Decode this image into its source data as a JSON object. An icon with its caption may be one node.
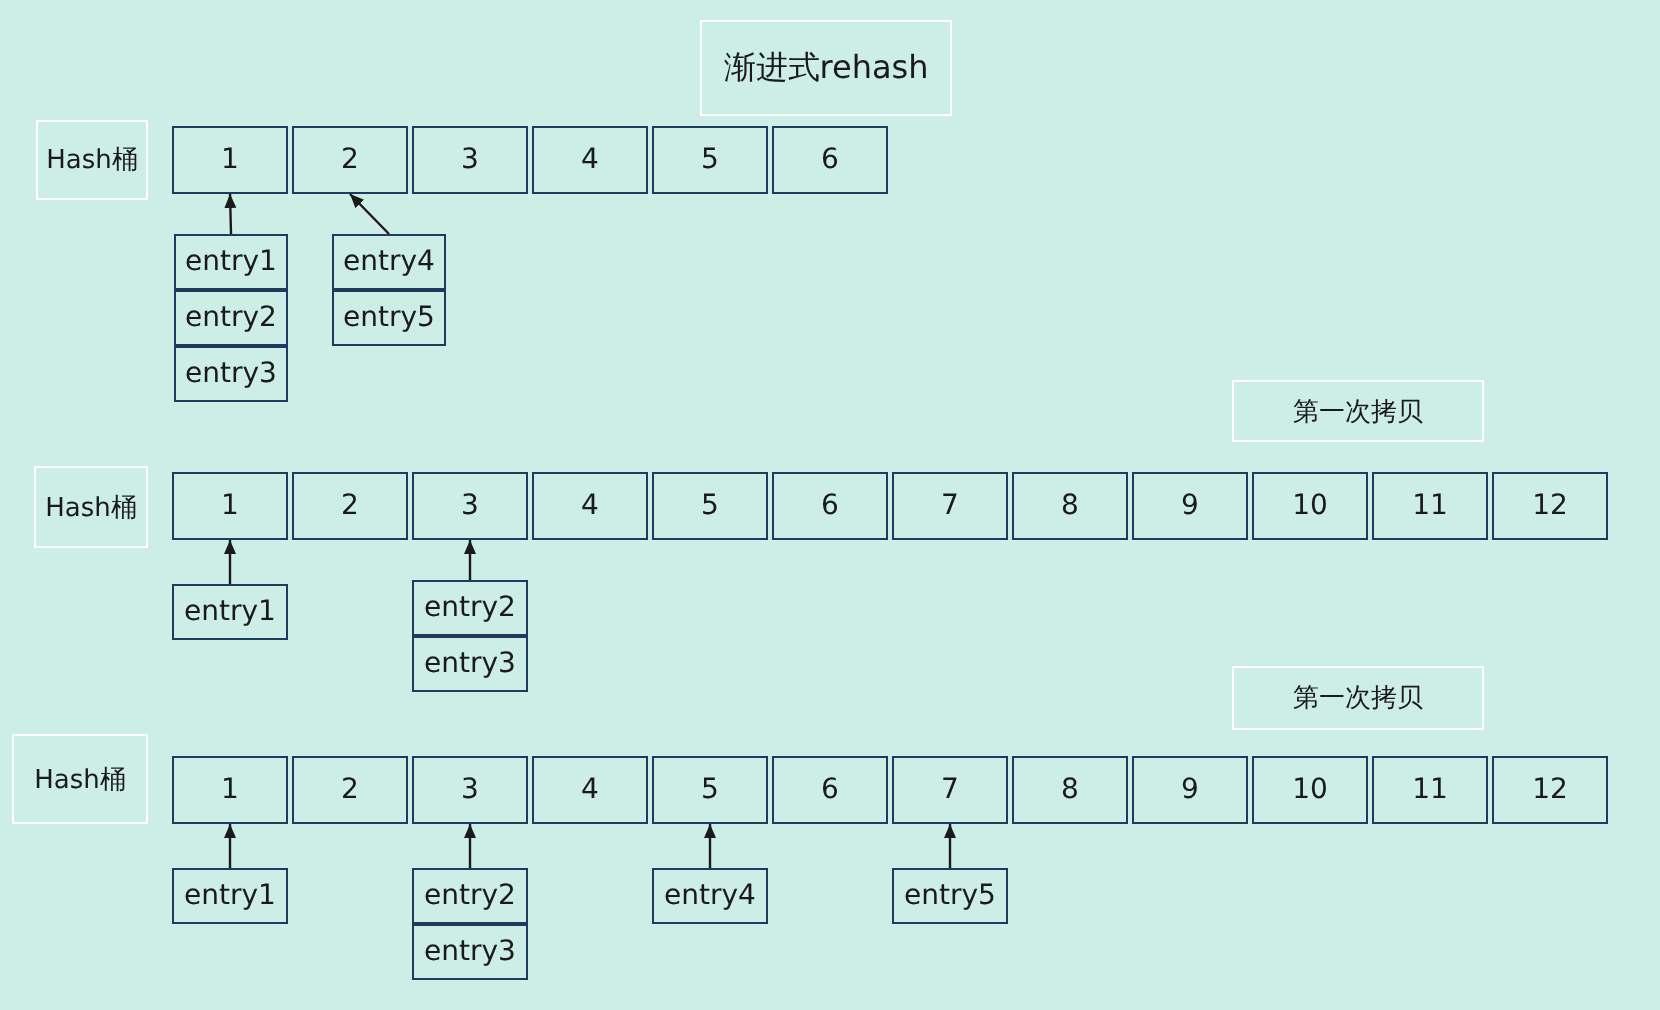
{
  "diagram": {
    "title": "渐进式rehash",
    "nodes": [
      {
        "text": [
          "Hash桶"
        ]
      },
      {
        "text": [
          "1"
        ]
      },
      {
        "text": [
          "2"
        ]
      },
      {
        "text": [
          "3"
        ]
      },
      {
        "text": [
          "4"
        ]
      },
      {
        "text": [
          "5"
        ]
      },
      {
        "text": [
          "6"
        ]
      },
      {
        "text": [
          "entry1"
        ]
      },
      {
        "text": [
          "entry2"
        ]
      },
      {
        "text": [
          "entry3"
        ]
      },
      {
        "text": [
          "entry4"
        ]
      },
      {
        "text": [
          "entry5"
        ]
      },
      {
        "text": [
          "第一次拷贝"
        ]
      },
      {
        "text": [
          "Hash桶"
        ]
      },
      {
        "text": [
          "1"
        ]
      },
      {
        "text": [
          "2"
        ]
      },
      {
        "text": [
          "3"
        ]
      },
      {
        "text": [
          "4"
        ]
      },
      {
        "text": [
          "5"
        ]
      },
      {
        "text": [
          "6"
        ]
      },
      {
        "text": [
          "7"
        ]
      },
      {
        "text": [
          "8"
        ]
      },
      {
        "text": [
          "9"
        ]
      },
      {
        "text": [
          "10"
        ]
      },
      {
        "text": [
          "11"
        ]
      },
      {
        "text": [
          "12"
        ]
      },
      {
        "text": [
          "entry1"
        ]
      },
      {
        "text": [
          "entry2"
        ]
      },
      {
        "text": [
          "entry3"
        ]
      },
      {
        "text": [
          "第一次拷贝"
        ]
      },
      {
        "text": [
          "Hash桶"
        ]
      },
      {
        "text": [
          "1"
        ]
      },
      {
        "text": [
          "2"
        ]
      },
      {
        "text": [
          "3"
        ]
      },
      {
        "text": [
          "4"
        ]
      },
      {
        "text": [
          "5"
        ]
      },
      {
        "text": [
          "6"
        ]
      },
      {
        "text": [
          "7"
        ]
      },
      {
        "text": [
          "8"
        ]
      },
      {
        "text": [
          "9"
        ]
      },
      {
        "text": [
          "10"
        ]
      },
      {
        "text": [
          "11"
        ]
      },
      {
        "text": [
          "12"
        ]
      },
      {
        "text": [
          "entry1"
        ]
      },
      {
        "text": [
          "entry2"
        ]
      },
      {
        "text": [
          "entry3"
        ]
      },
      {
        "text": [
          "entry4"
        ]
      },
      {
        "text": [
          "entry5"
        ]
      }
    ],
    "edges": [
      {
        "from": 7,
        "to": 1,
        "arrow": "to"
      },
      {
        "from": 10,
        "to": 2,
        "arrow": "to"
      },
      {
        "from": 26,
        "to": 14,
        "arrow": "to"
      },
      {
        "from": 27,
        "to": 16,
        "arrow": "to"
      },
      {
        "from": 43,
        "to": 31,
        "arrow": "to"
      },
      {
        "from": 44,
        "to": 33,
        "arrow": "to"
      },
      {
        "from": 46,
        "to": 35,
        "arrow": "to"
      },
      {
        "from": 47,
        "to": 37,
        "arrow": "to"
      }
    ]
  }
}
